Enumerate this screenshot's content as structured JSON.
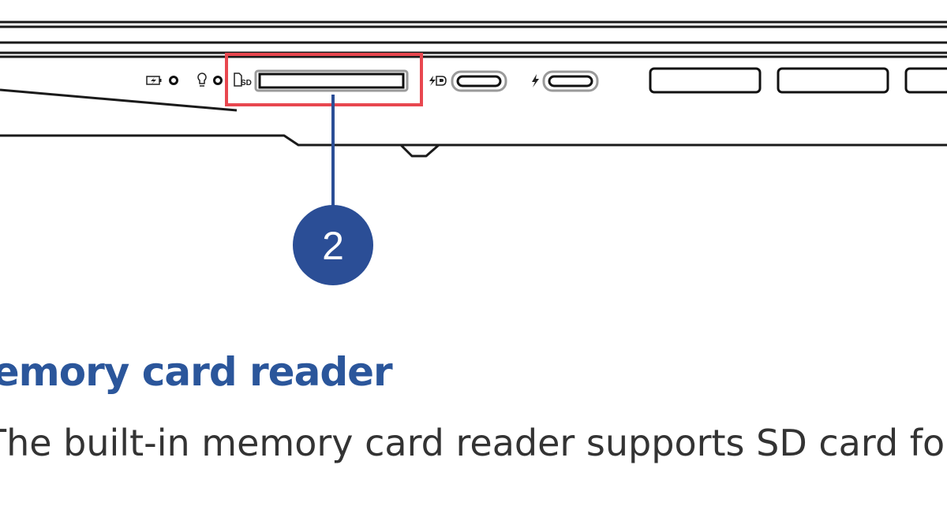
{
  "callout": {
    "number": "2"
  },
  "ports": {
    "sd_label": "SD"
  },
  "section": {
    "heading": "Memory card reader",
    "body": "The built-in memory card reader supports SD card formats."
  },
  "colors": {
    "outline": "#1a1a1a",
    "highlight_box": "#e8474f",
    "callout_fill": "#2b4e96",
    "callout_line": "#2b4e96",
    "heading": "#2b569b",
    "body_text": "#333333"
  },
  "icons": [
    "battery-charging-icon",
    "power-light-icon",
    "sd-card-icon",
    "power-delivery-icon",
    "thunderbolt-icon"
  ]
}
